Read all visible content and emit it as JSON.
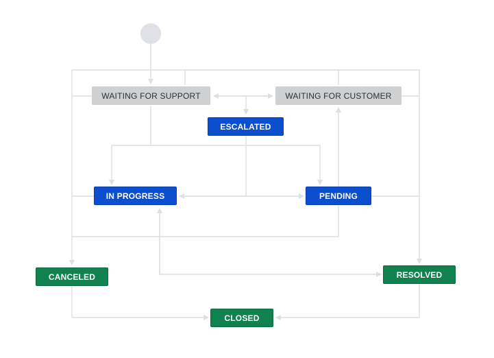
{
  "colors": {
    "todo_bg": "#cfd0d2",
    "progress_bg": "#0b4fcf",
    "done_bg": "#11814f",
    "connector": "#dcdfe4",
    "start": "#dfe1e6"
  },
  "statuses": {
    "waiting_for_support": "WAITING FOR SUPPORT",
    "waiting_for_customer": "WAITING FOR CUSTOMER",
    "escalated": "ESCALATED",
    "in_progress": "IN PROGRESS",
    "pending": "PENDING",
    "canceled": "CANCELED",
    "resolved": "RESOLVED",
    "closed": "CLOSED"
  }
}
